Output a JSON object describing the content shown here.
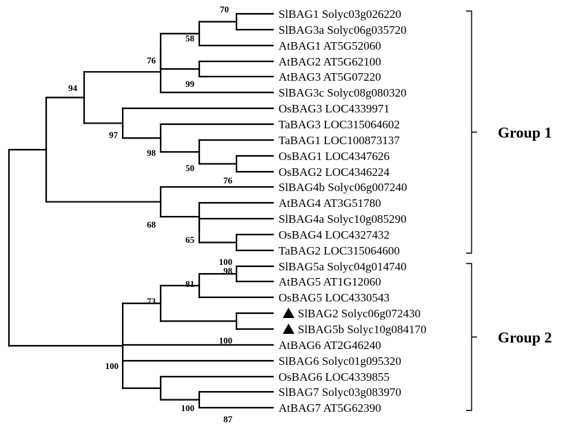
{
  "taxa": [
    {
      "gene": "SlBAG1",
      "locus": "Solyc03g026220",
      "marked": false
    },
    {
      "gene": "SlBAG3a",
      "locus": "Solyc06g035720",
      "marked": false
    },
    {
      "gene": "AtBAG1",
      "locus": "AT5G52060",
      "marked": false
    },
    {
      "gene": "AtBAG2",
      "locus": "AT5G62100",
      "marked": false
    },
    {
      "gene": "AtBAG3",
      "locus": "AT5G07220",
      "marked": false
    },
    {
      "gene": "SlBAG3c",
      "locus": "Solyc08g080320",
      "marked": false
    },
    {
      "gene": "OsBAG3",
      "locus": "LOC4339971",
      "marked": false
    },
    {
      "gene": "TaBAG3",
      "locus": "LOC315064602",
      "marked": false
    },
    {
      "gene": "TaBAG1",
      "locus": "LOC100873137",
      "marked": false
    },
    {
      "gene": "OsBAG1",
      "locus": "LOC4347626",
      "marked": false
    },
    {
      "gene": "OsBAG2",
      "locus": "LOC4346224",
      "marked": false
    },
    {
      "gene": "SlBAG4b",
      "locus": "Solyc06g007240",
      "marked": false
    },
    {
      "gene": "AtBAG4",
      "locus": "AT3G51780",
      "marked": false
    },
    {
      "gene": "SlBAG4a",
      "locus": "Solyc10g085290",
      "marked": false
    },
    {
      "gene": "OsBAG4",
      "locus": "LOC4327432",
      "marked": false
    },
    {
      "gene": "TaBAG2",
      "locus": "LOC315064600",
      "marked": false
    },
    {
      "gene": "SlBAG5a",
      "locus": "Solyc04g014740",
      "marked": false
    },
    {
      "gene": "AtBAG5",
      "locus": "AT1G12060",
      "marked": false
    },
    {
      "gene": "OsBAG5",
      "locus": "LOC4330543",
      "marked": false
    },
    {
      "gene": "SlBAG2",
      "locus": "Solyc06g072430",
      "marked": true
    },
    {
      "gene": "SlBAG5b",
      "locus": "Solyc10g084170",
      "marked": true
    },
    {
      "gene": "AtBAG6",
      "locus": "AT2G46240",
      "marked": false
    },
    {
      "gene": "SlBAG6",
      "locus": "Solyc01g095320",
      "marked": false
    },
    {
      "gene": "OsBAG6",
      "locus": "LOC4339855",
      "marked": false
    },
    {
      "gene": "SlBAG7",
      "locus": "Solyc03g083970",
      "marked": false
    },
    {
      "gene": "AtBAG7",
      "locus": "AT5G62390",
      "marked": false
    }
  ],
  "bootstrap": [
    "70",
    "58",
    "76",
    "99",
    "94",
    "97",
    "98",
    "50",
    "76",
    "68",
    "65",
    "100",
    "98",
    "81",
    "73",
    "100",
    "100",
    "100",
    "87"
  ],
  "groups": [
    {
      "label": "Group 1",
      "from_taxon": 0,
      "to_taxon": 15
    },
    {
      "label": "Group 2",
      "from_taxon": 16,
      "to_taxon": 25
    }
  ]
}
